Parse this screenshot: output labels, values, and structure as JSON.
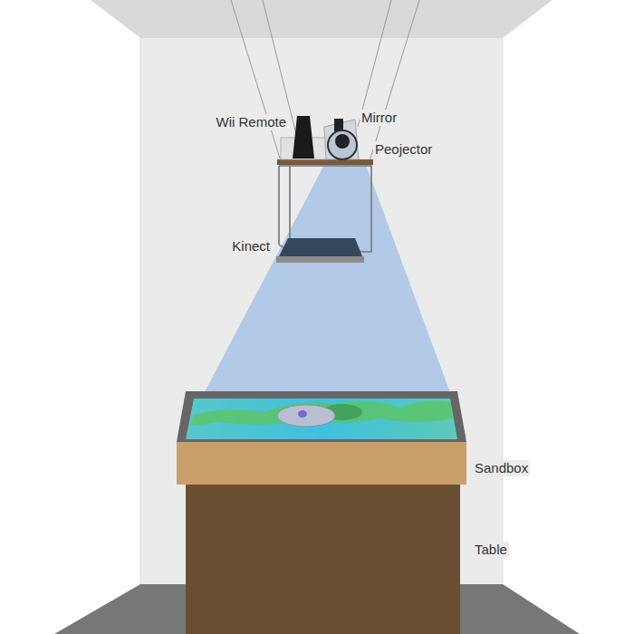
{
  "diagram": {
    "labels": [
      "Wii Remote",
      "Mirror",
      "Peojector",
      "Kinect",
      "Sandbox",
      "Table"
    ]
  }
}
